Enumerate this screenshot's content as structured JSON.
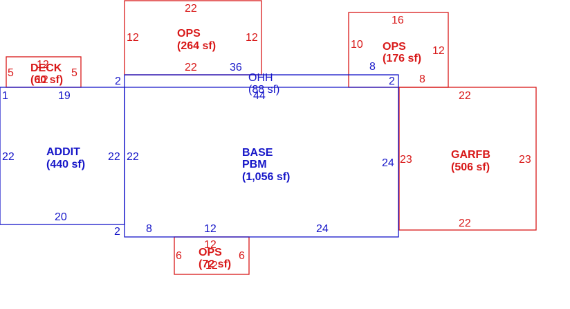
{
  "colors": {
    "main": "#1515c8",
    "accessory": "#d81818"
  },
  "areas": {
    "deck": {
      "name": "DECK",
      "size": "(60 sf)",
      "dims": [
        "12",
        "5",
        "5",
        "12"
      ]
    },
    "ops_top": {
      "name": "OPS",
      "size": "(264 sf)",
      "dims": [
        "22",
        "12",
        "12",
        "22"
      ]
    },
    "ops_right": {
      "name": "OPS",
      "size": "(176 sf)",
      "dims": [
        "16",
        "10",
        "12",
        "8"
      ]
    },
    "ohh": {
      "name": "OHH",
      "size": "(88 sf)",
      "dims": [
        "36",
        "44",
        "2",
        "2",
        "8"
      ]
    },
    "addit": {
      "name": "ADDIT",
      "size": "(440 sf)",
      "dims": [
        "1",
        "19",
        "22",
        "22",
        "20",
        "2"
      ]
    },
    "base": {
      "name1": "BASE",
      "name2": "PBM",
      "size": "(1,056 sf)",
      "dims": [
        "22",
        "24",
        "8",
        "12",
        "24"
      ]
    },
    "garfb": {
      "name": "GARFB",
      "size": "(506 sf)",
      "dims": [
        "22",
        "23",
        "23",
        "22"
      ]
    },
    "ops_bottom": {
      "name": "OPS",
      "size": "(72 sf)",
      "dims": [
        "12",
        "6",
        "6",
        "12"
      ]
    }
  }
}
